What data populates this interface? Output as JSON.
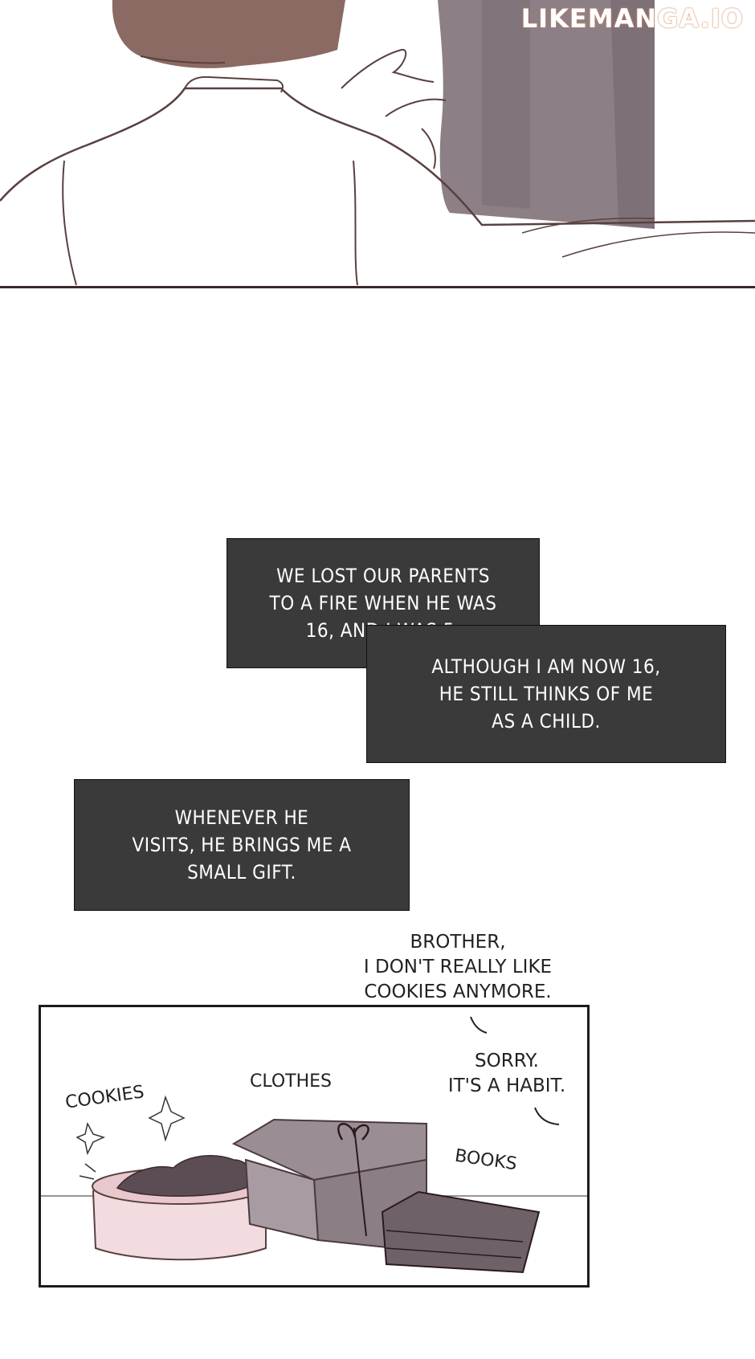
{
  "watermark": "LIKEMANGA.IO",
  "narration": {
    "box1": "WE LOST OUR PARENTS\nTO A FIRE WHEN HE WAS\n16, AND I WAS 5.",
    "box2": "ALTHOUGH I AM NOW 16,\nHE STILL THINKS OF ME\nAS A CHILD.",
    "box3": "WHENEVER HE\nVISITS, HE BRINGS ME A\nSMALL GIFT."
  },
  "dialogue": {
    "line1": "BROTHER,\nI DON'T REALLY LIKE\nCOOKIES ANYMORE.",
    "line2": "SORRY.\nIT'S A HABIT."
  },
  "labels": {
    "cookies": "COOKIES",
    "clothes": "CLOTHES",
    "books": "BOOKS"
  },
  "colors": {
    "narration_bg": "#3a3a3a",
    "line_art": "#5a4040",
    "shade": "#8c7f86",
    "bowl_pink": "#f2dcdf"
  }
}
